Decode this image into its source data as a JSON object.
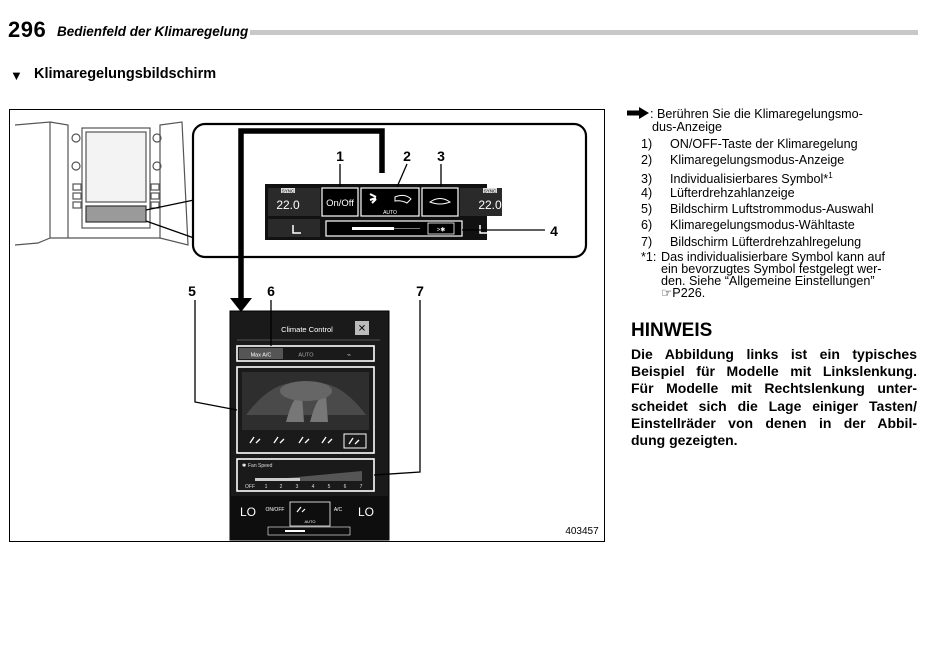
{
  "header": {
    "page_number": "296",
    "chapter_title": "Bedienfeld der Klimaregelung"
  },
  "section": {
    "marker": "▼",
    "title": "Klimaregelungsbildschirm"
  },
  "figure": {
    "id": "403457",
    "callouts": [
      "1",
      "2",
      "3",
      "4",
      "5",
      "6",
      "7"
    ],
    "top_panel": {
      "sync": "SYNC",
      "temp_left": "22.0",
      "temp_right": "22.0",
      "onoff": "On/Off",
      "auto": "AUTO"
    },
    "screen": {
      "title": "Climate Control",
      "close": "✕",
      "modes": [
        "Max A/C",
        "AUTO",
        "⌁"
      ],
      "fan_speed_label": "Fan Speed",
      "fan_scale": [
        "OFF",
        "1",
        "2",
        "3",
        "4",
        "5",
        "6",
        "7"
      ],
      "bottom": {
        "lo_left": "LO",
        "lo_right": "LO",
        "onoff": "ON/OFF",
        "ac": "A/C",
        "auto": "AUTO"
      }
    }
  },
  "legend": {
    "arrow_text_1": ": Berühren Sie die Klimaregelungsmo-",
    "arrow_text_2": "dus-Anzeige",
    "items": [
      {
        "num": "1)",
        "text": "ON/OFF-Taste der Klimaregelung"
      },
      {
        "num": "2)",
        "text": "Klimaregelungsmodus-Anzeige"
      },
      {
        "num": "3)",
        "text": "Individualisierbares Symbol*"
      },
      {
        "num": "4)",
        "text": "Lüfterdrehzahlanzeige"
      },
      {
        "num": "5)",
        "text": "Bildschirm Luftstrommodus-Auswahl"
      },
      {
        "num": "6)",
        "text": "Klimaregelungsmodus-Wähltaste"
      },
      {
        "num": "7)",
        "text": "Bildschirm Lüfterdrehzahlregelung"
      }
    ],
    "item3_sup": "1",
    "footnote_marker": "*1:",
    "footnote_lines": [
      "Das individualisierbare Symbol kann auf",
      "ein bevorzugtes Symbol festgelegt wer-",
      "den. Siehe “Allgemeine Einstellungen”",
      "☞P226."
    ]
  },
  "hinweis": {
    "heading": "HINWEIS",
    "lines": [
      "Die Abbildung links ist ein typisches",
      "Beispiel für Modelle mit Linkslenkung.",
      "Für Modelle mit Rechtslenkung unter-",
      "scheidet sich die Lage einiger Tasten/",
      "Einstellräder von denen in der Abbil-",
      "dung gezeigten."
    ]
  }
}
